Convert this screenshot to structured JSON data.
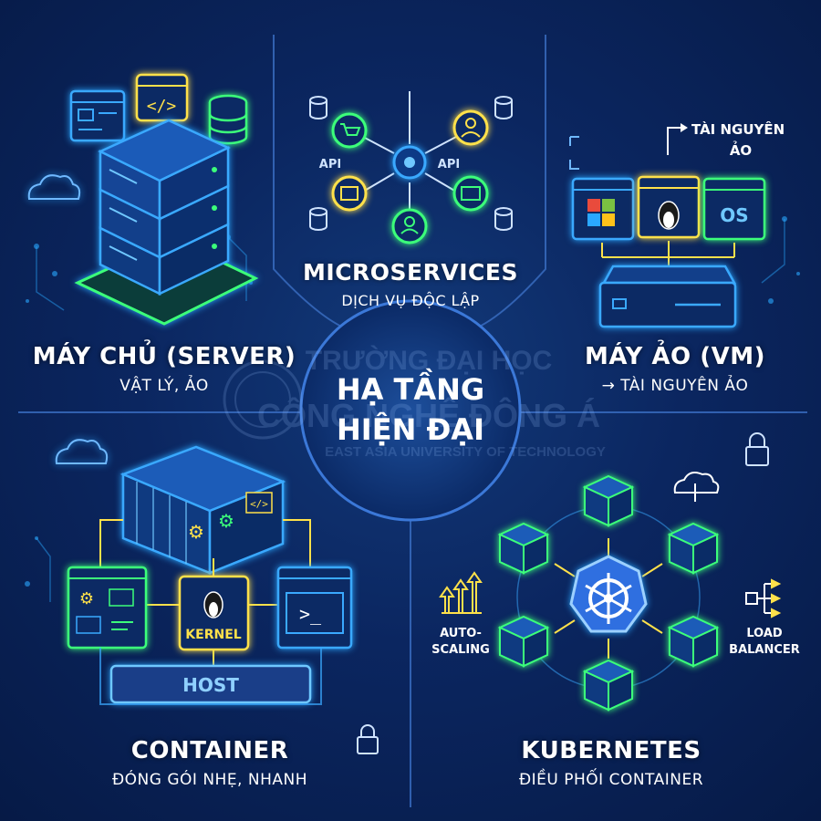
{
  "center": {
    "line1": "HẠ TẦNG",
    "line2": "HIỆN ĐẠI"
  },
  "watermark": {
    "line1": "TRƯỜNG ĐẠI HỌC",
    "line2": "CÔNG NGHỆ ĐÔNG Á",
    "line3": "EAST ASIA UNIVERSITY OF TECHNOLOGY"
  },
  "server": {
    "title": "MÁY CHỦ (SERVER)",
    "subtitle": "VẬT LÝ, ẢO"
  },
  "microservices": {
    "title": "MICROSERVICES",
    "subtitle": "DỊCH VỤ ĐỘC LẬP",
    "api_left": "API",
    "api_right": "API"
  },
  "vm": {
    "title": "MÁY ẢO (VM)",
    "subtitle": "TÀI NGUYÊN ẢO",
    "callout_line1": "TÀI NGUYÊN",
    "callout_line2": "ẢO",
    "os_label": "OS"
  },
  "container": {
    "title": "CONTAINER",
    "subtitle": "ĐÓNG GÓI NHẸ, NHANH",
    "kernel_label": "KERNEL",
    "host_label": "HOST",
    "prompt": ">_"
  },
  "kubernetes": {
    "title": "KUBERNETES",
    "subtitle": "ĐIỀU PHỐI CONTAINER",
    "autoscaling_line1": "AUTO-",
    "autoscaling_line2": "SCALING",
    "lb_line1": "LOAD",
    "lb_line2": "BALANCER"
  },
  "colors": {
    "blue": "#2aa8ff",
    "green": "#3cff7a",
    "yellow": "#ffe14a",
    "bg": "#0b2660"
  }
}
